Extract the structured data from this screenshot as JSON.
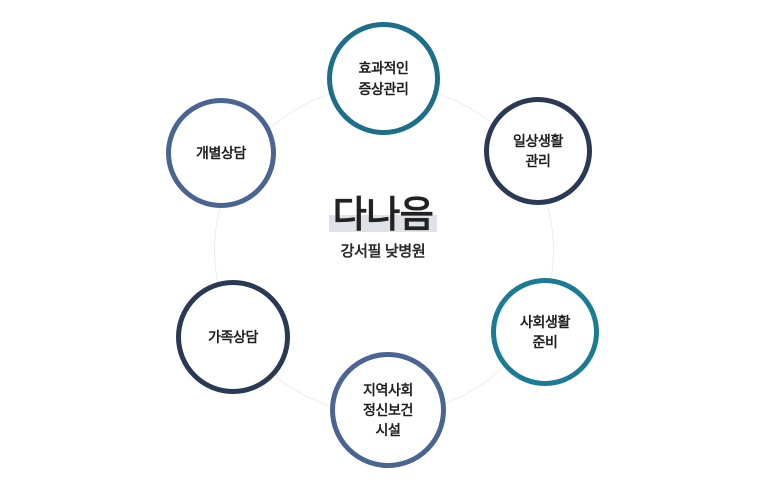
{
  "diagram": {
    "type": "hub-and-spoke-circle",
    "center": {
      "brand_title": "다나음",
      "brand_subtitle": "강서필 낮병원",
      "highlight_color": "#dfe1e8",
      "title_color": "#222222"
    },
    "ring": {
      "visible": true,
      "color": "#ededed"
    },
    "nodes": [
      {
        "id": "effective-symptom",
        "label": "효과적인\n증상관리",
        "position": "top",
        "border_color": "#1c6e89"
      },
      {
        "id": "daily-life",
        "label": "일상생활\n관리",
        "position": "top-right",
        "border_color": "#2b3a54"
      },
      {
        "id": "social-prep",
        "label": "사회생활\n준비",
        "position": "bottom-right",
        "border_color": "#1c7b94"
      },
      {
        "id": "community-facility",
        "label": "지역사회\n정신보건\n시설",
        "position": "bottom",
        "border_color": "#4a6591"
      },
      {
        "id": "family-counseling",
        "label": "가족상담",
        "position": "bottom-left",
        "border_color": "#2b3a54"
      },
      {
        "id": "individual-counseling",
        "label": "개별상담",
        "position": "top-left",
        "border_color": "#4a6591"
      }
    ]
  }
}
